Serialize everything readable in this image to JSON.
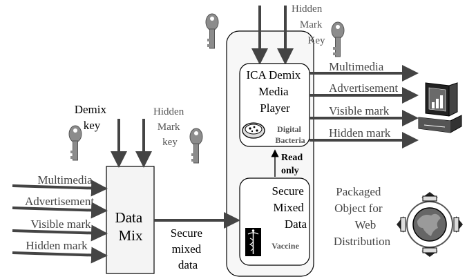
{
  "left_inputs": [
    "Multimedia",
    "Advertisement",
    "Visible mark",
    "Hidden mark"
  ],
  "demix_key_label": [
    "Demix",
    "key"
  ],
  "hidden_mark_key_left": [
    "Hidden",
    "Mark",
    "key"
  ],
  "data_mix_label": [
    "Data",
    "Mix"
  ],
  "secure_mixed_data_arrow_label": [
    "Secure",
    "mixed",
    "data"
  ],
  "hidden_mark_key_top": [
    "Hidden",
    "Mark",
    "Key"
  ],
  "player_label": [
    "ICA Demix",
    "Media",
    "Player"
  ],
  "digital_bacteria_label": [
    "Digital",
    "Bacteria"
  ],
  "read_only_label": [
    "Read",
    "only"
  ],
  "secure_box_label": [
    "Secure",
    "Mixed",
    "Data"
  ],
  "vaccine_label": "Vaccine",
  "right_outputs": [
    "Multimedia",
    "Advertisement",
    "Visible mark",
    "Hidden mark"
  ],
  "packaged_label": [
    "Packaged",
    "Object for",
    "Web",
    "Distribution"
  ],
  "colors": {
    "arrow": "#4a4a4a",
    "text": "#000000",
    "gray_text": "#555555",
    "box_fill": "#f4f4f4",
    "container_fill": "#f7f7f7",
    "key_fill": "#8c8c8c"
  },
  "icons": [
    "key-icon",
    "computer-icon",
    "globe-icon",
    "petri-dish-icon",
    "caduceus-icon"
  ]
}
